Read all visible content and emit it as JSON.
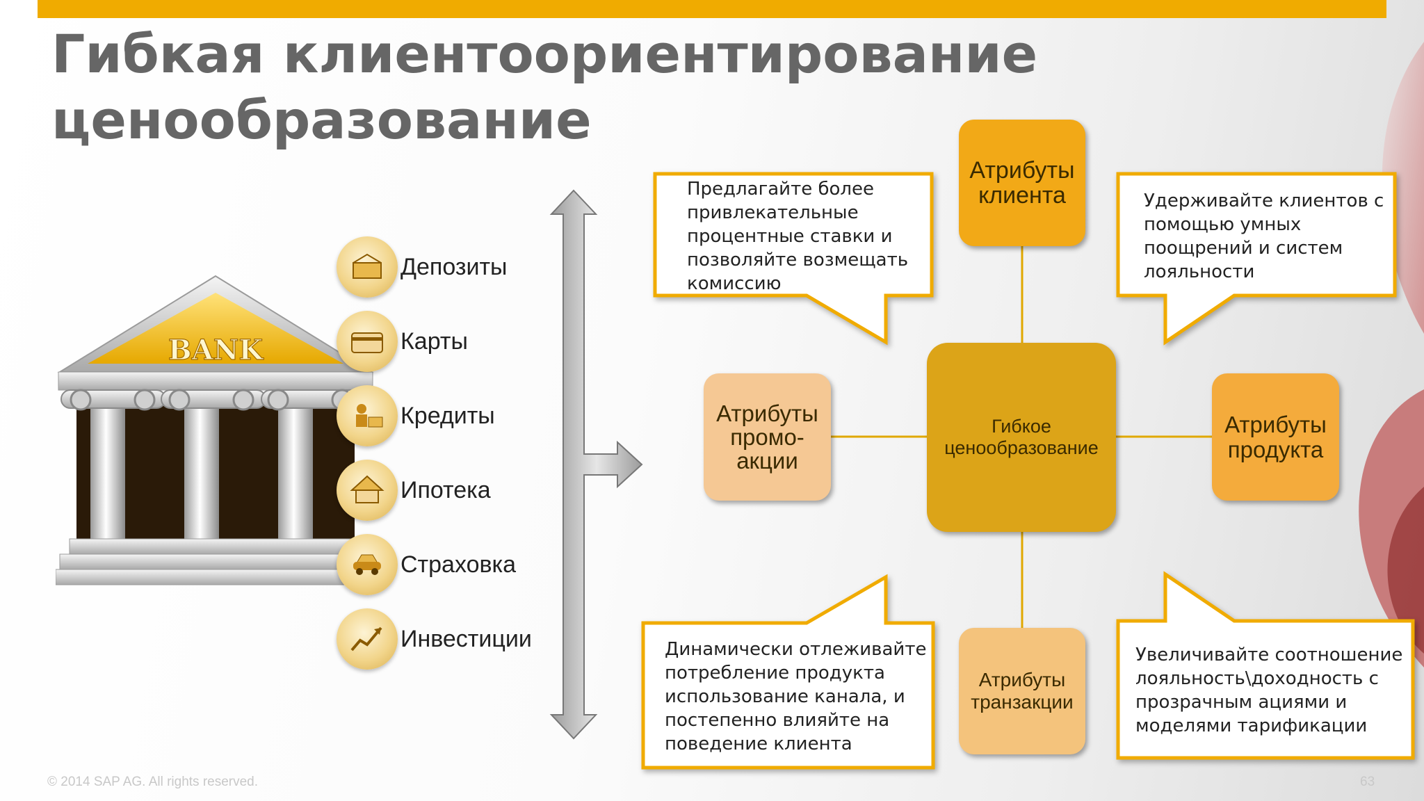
{
  "title": {
    "line1": "Гибкая клиентоориентирование",
    "line2": "ценообразование"
  },
  "bank": {
    "sign": "BANK",
    "icon": "bank-building-icon"
  },
  "products": [
    {
      "label": "Депозиты",
      "icon": "deposit-icon"
    },
    {
      "label": "Карты",
      "icon": "card-icon"
    },
    {
      "label": "Кредиты",
      "icon": "credit-icon"
    },
    {
      "label": "Ипотека",
      "icon": "mortgage-icon"
    },
    {
      "label": "Страховка",
      "icon": "insurance-icon"
    },
    {
      "label": "Инвестиции",
      "icon": "investment-icon"
    }
  ],
  "diagram": {
    "center": "Гибкое ценообразование",
    "top": "Атрибуты клиента",
    "bottom": "Атрибуты транзакции",
    "left": "Атрибуты\nпромо-\nакции",
    "right": "Атрибуты продукта"
  },
  "callouts": {
    "top_left": "Предлагайте более\nпривлекательные\nпроцентные ставки  и\nпозволяйте возмещать\nкомиссию",
    "top_right": "Удерживайте клиентов с\nпомощью умных\nпоощрений и систем\nлояльности",
    "bottom_left": "Динамически отлеживайте\nпотребление продукта\nиспользование канала, и\nпостепенно влияйте на\nповедение клиента",
    "bottom_right": "Увеличивайте соотношение\nлояльность\\доходность с\nпрозрачным ациями и\nмоделями тарификации"
  },
  "colors": {
    "accent": "#f0ab00",
    "center": "#dca418",
    "title": "#666666"
  },
  "footer": {
    "copyright": "© 2014 SAP AG. All rights reserved.",
    "page": "63"
  }
}
